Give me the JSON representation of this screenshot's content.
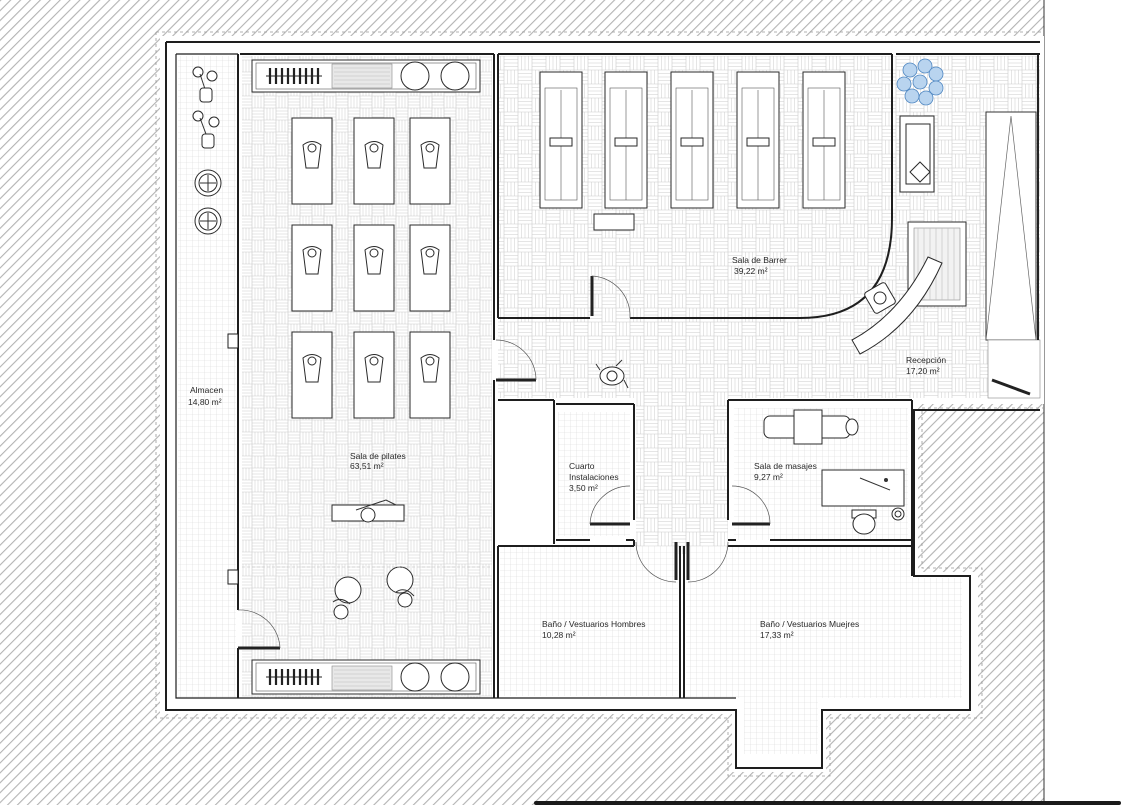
{
  "floor_plan": {
    "rooms": [
      {
        "id": "almacen",
        "name": "Almacen",
        "area": "14,80 m²"
      },
      {
        "id": "pilates",
        "name": "Sala de pilates",
        "area": "63,51 m²"
      },
      {
        "id": "barrer",
        "name": "Sala de Barrer",
        "area": "39,22 m²"
      },
      {
        "id": "recepcion",
        "name": "Recepción",
        "area": "17,20 m²"
      },
      {
        "id": "instalaciones",
        "name_line1": "Cuarto",
        "name_line2": "Instalaciones",
        "area": "3,50 m²"
      },
      {
        "id": "masajes",
        "name": "Sala de masajes",
        "area": "9,27 m²"
      },
      {
        "id": "banos_hombres",
        "name": "Baño / Vestuarios Hombres",
        "area": "10,28 m²"
      },
      {
        "id": "banos_mujeres",
        "name": "Baño / Vestuarios Muejres",
        "area": "17,33 m²"
      }
    ],
    "colors": {
      "hatch": "#b5b5b5",
      "wall": "#1e1e1e",
      "tile": "#dcdcdc",
      "plant": "#7aa9d6"
    }
  }
}
